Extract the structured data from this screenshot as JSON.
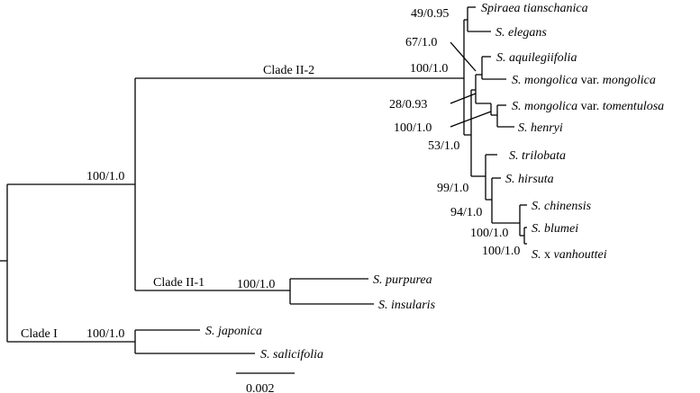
{
  "tree": {
    "taxa": {
      "spiraea_tianschanica": "Spiraea tianschanica",
      "elegans": "S. elegans",
      "aquilegiifolia": "S. aquilegiifolia",
      "mongolica_mongolica_pre": "S. mongolica",
      "mongolica_mongolica_var": "var.",
      "mongolica_mongolica_post": "mongolica",
      "mongolica_tomentulosa_pre": "S. mongolica",
      "mongolica_tomentulosa_var": "var.",
      "mongolica_tomentulosa_post": "tomentulosa",
      "henryi": "S. henryi",
      "trilobata": "S. trilobata",
      "hirsuta": "S. hirsuta",
      "chinensis": "S. chinensis",
      "blumei": "S. blumei",
      "vanhouttei_pre": "S.",
      "vanhouttei_mid": "x",
      "vanhouttei_post": "vanhouttei",
      "purpurea": "S. purpurea",
      "insularis": "S. insularis",
      "japonica": "S. japonica",
      "salicifolia": "S. salicifolia"
    },
    "support": {
      "root_clade_ii": "100/1.0",
      "clade_ii_2": "100/1.0",
      "spiraea_elegans": "49/0.95",
      "aquilegiifolia_group": "67/1.0",
      "tomentulosa_henryi_group": "28/0.93",
      "tomentulosa_henryi": "100/1.0",
      "big_subclade": "53/1.0",
      "hirsuta_group": "99/1.0",
      "chinensis_group": "94/1.0",
      "blumei_group": "100/1.0",
      "blumei_vanhouttei": "100/1.0",
      "clade_ii_1": "100/1.0",
      "clade_i": "100/1.0"
    },
    "clades": {
      "clade_ii_2": "Clade II-2",
      "clade_ii_1": "Clade II-1",
      "clade_i": "Clade I"
    },
    "scale_bar": "0.002"
  }
}
